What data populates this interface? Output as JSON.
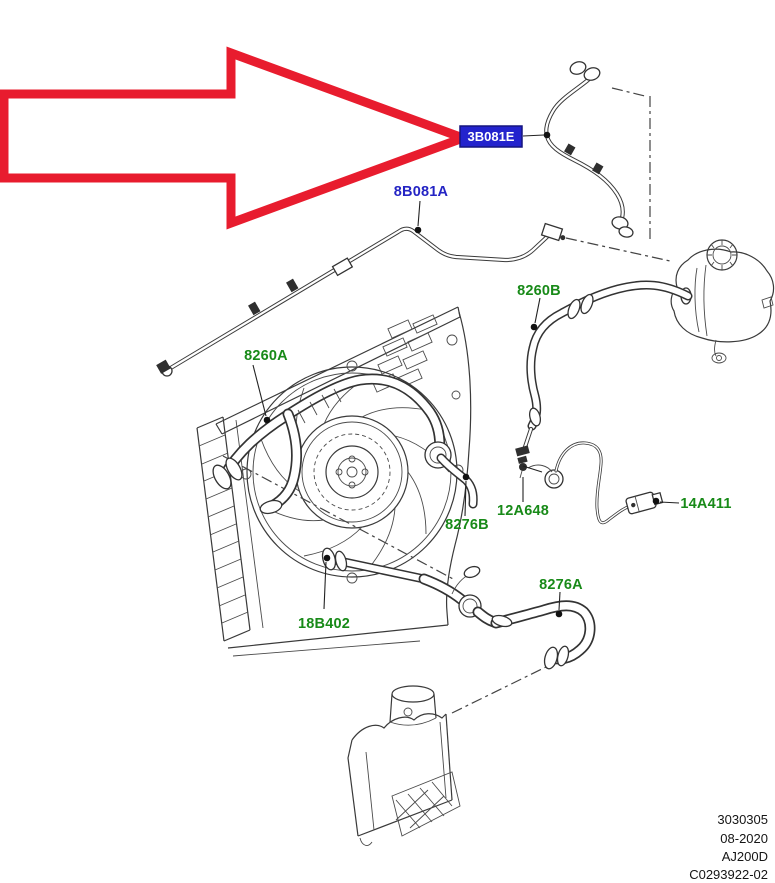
{
  "parts": {
    "p3B081E": "3B081E",
    "p8B081A": "8B081A",
    "p8260B": "8260B",
    "p8260A": "8260A",
    "p8276B": "8276B",
    "p12A648": "12A648",
    "p14A411": "14A411",
    "p18B402": "18B402",
    "p8276A": "8276A"
  },
  "footer": {
    "revision_lines": [
      "3030305",
      "08-2020",
      "AJ200D",
      "C0293922-02"
    ]
  },
  "colors": {
    "arrow": "#e81c2e",
    "highlight_box": "#2323cd",
    "highlight_border": "#15157e",
    "highlight_text": "#ffffff",
    "label_blue": "#2424c4",
    "label_green": "#188a18",
    "line_art": "#3a3a3a",
    "footer_text": "#151515"
  }
}
